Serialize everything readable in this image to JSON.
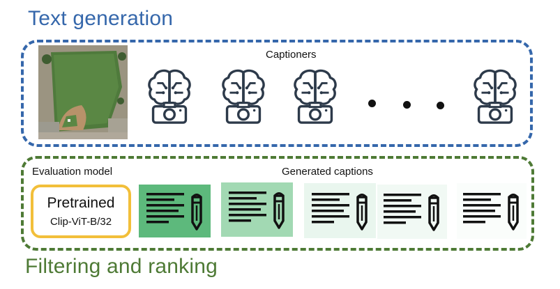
{
  "sections": {
    "text_generation": "Text generation",
    "filtering_and_ranking": "Filtering and ranking"
  },
  "labels": {
    "captioners": "Captioners",
    "evaluation_model": "Evaluation model",
    "generated_captions": "Generated captions"
  },
  "evaluation_model": {
    "name": "Pretrained",
    "variant": "Clip-ViT-B/32"
  },
  "icons": {
    "captioner": "brain-camera-icon",
    "caption": "text-lines-pencil-icon",
    "ellipsis": "ellipsis-dots"
  },
  "colors": {
    "text_generation_accent": "#3567ab",
    "filtering_accent": "#4e7a35",
    "evaluation_border": "#f2bf3a",
    "caption_backgrounds": [
      "#5db97c",
      "#a2d9b3",
      "#e9f6ee",
      "#f1f9f4",
      "#fafdfb"
    ]
  }
}
